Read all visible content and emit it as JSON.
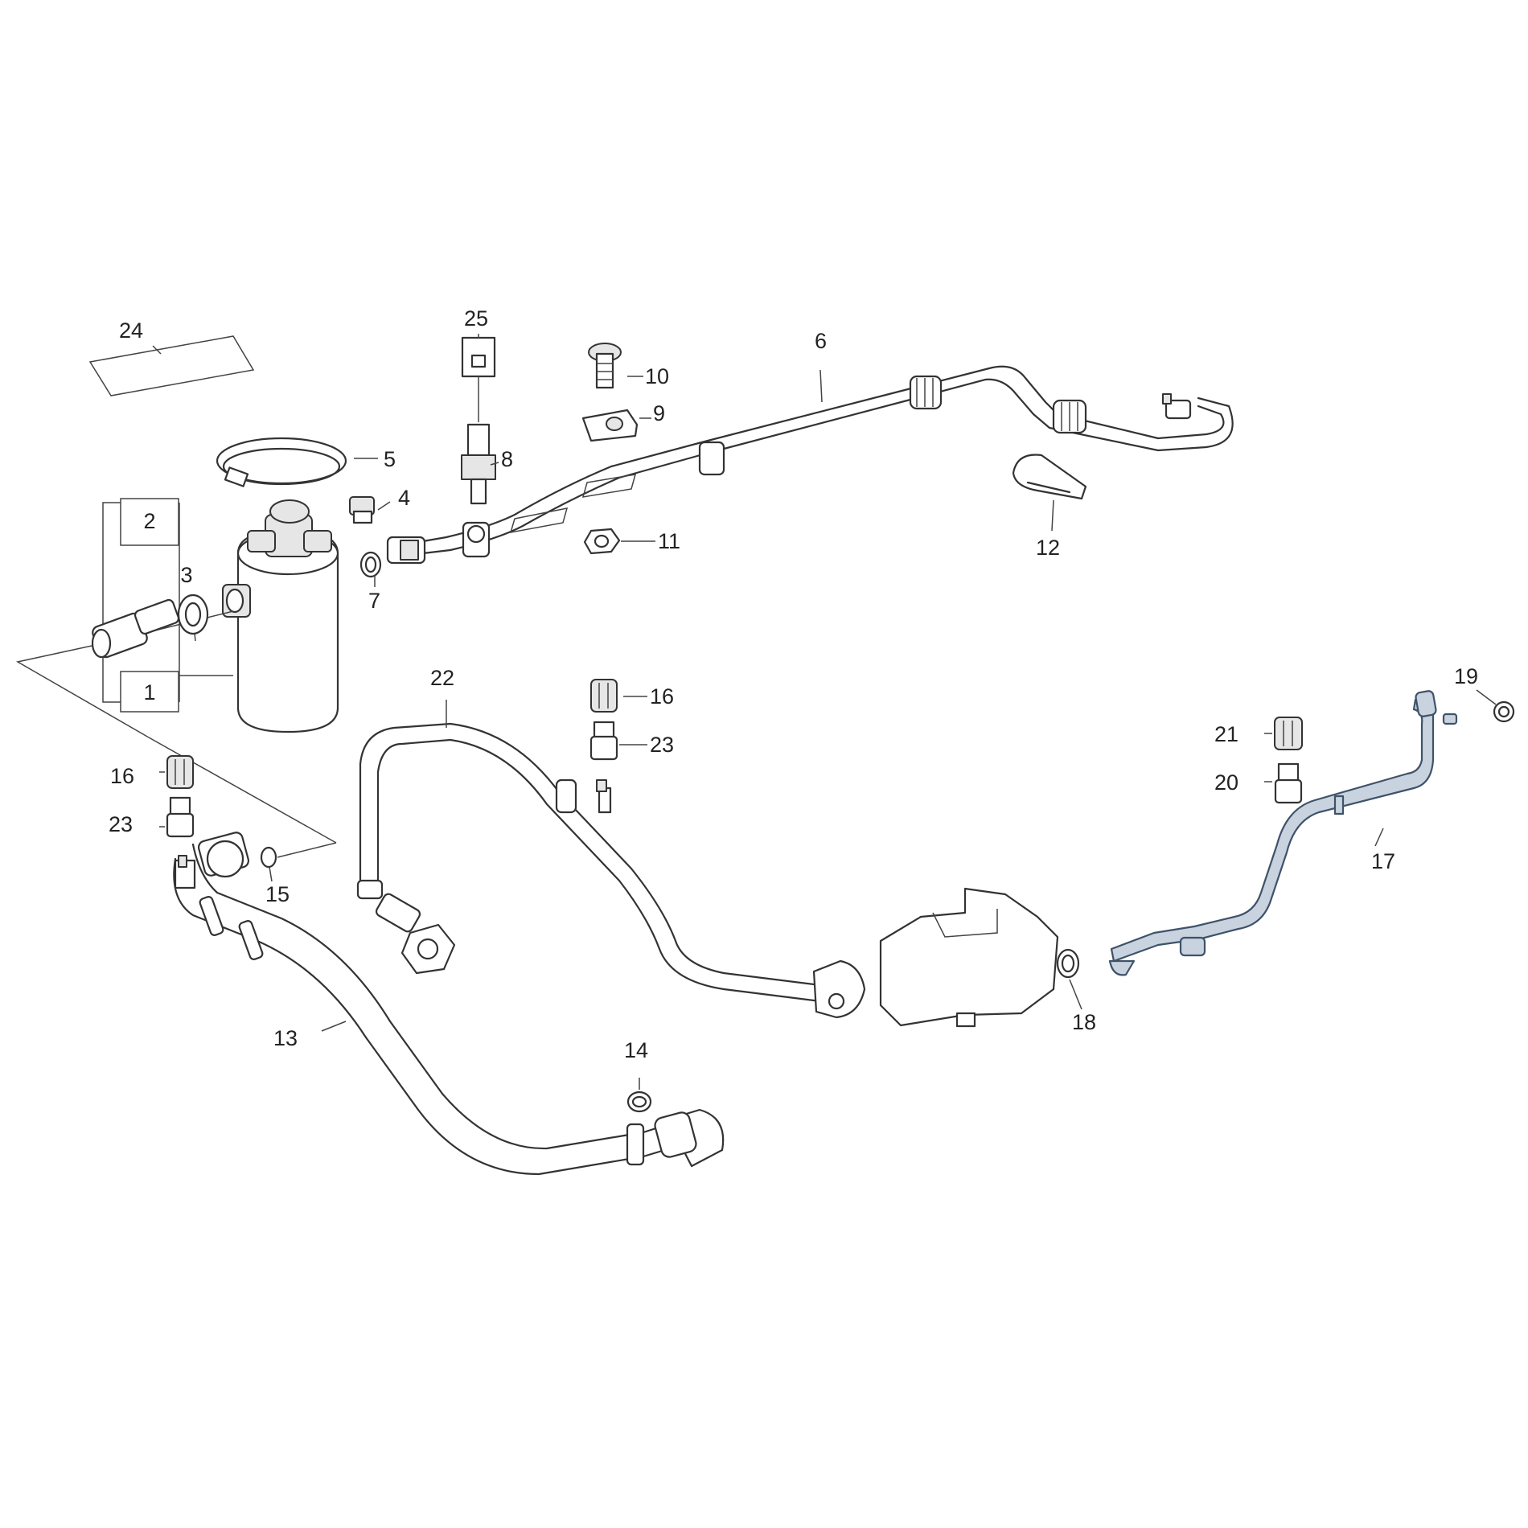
{
  "diagram": {
    "callouts": {
      "c1": "1",
      "c2": "2",
      "c3": "3",
      "c4": "4",
      "c5": "5",
      "c6": "6",
      "c7": "7",
      "c8": "8",
      "c9": "9",
      "c10": "10",
      "c11": "11",
      "c12": "12",
      "c13": "13",
      "c14": "14",
      "c15": "15",
      "c16a": "16",
      "c16b": "16",
      "c17": "17",
      "c18": "18",
      "c19": "19",
      "c20": "20",
      "c21": "21",
      "c22": "22",
      "c23a": "23",
      "c23b": "23",
      "c24": "24",
      "c25": "25"
    },
    "highlight_color": "#c9d3df",
    "line_color": "#333333"
  }
}
